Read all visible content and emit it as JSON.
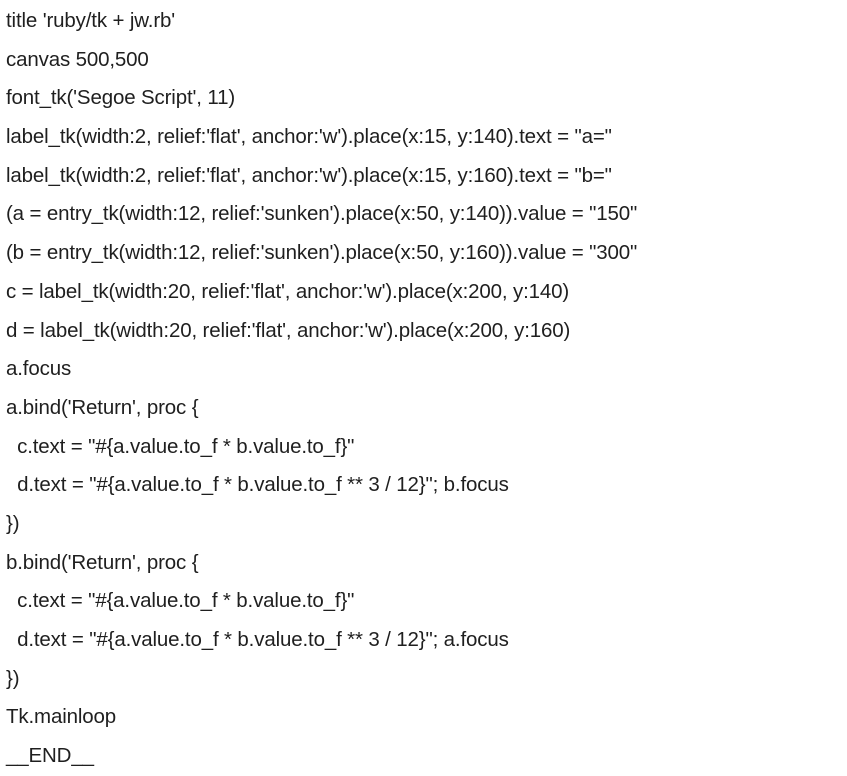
{
  "document": {
    "lines": [
      "title 'ruby/tk + jw.rb'",
      "canvas 500,500",
      "font_tk('Segoe Script', 11)",
      "label_tk(width:2, relief:'flat', anchor:'w').place(x:15, y:140).text = \"a=\"",
      "label_tk(width:2, relief:'flat', anchor:'w').place(x:15, y:160).text = \"b=\"",
      "(a = entry_tk(width:12, relief:'sunken').place(x:50, y:140)).value = \"150\"",
      "(b = entry_tk(width:12, relief:'sunken').place(x:50, y:160)).value = \"300\"",
      "c = label_tk(width:20, relief:'flat', anchor:'w').place(x:200, y:140)",
      "d = label_tk(width:20, relief:'flat', anchor:'w').place(x:200, y:160)",
      "a.focus",
      "a.bind('Return', proc {",
      "  c.text = \"#{a.value.to_f * b.value.to_f}\"",
      "  d.text = \"#{a.value.to_f * b.value.to_f ** 3 / 12}\"; b.focus",
      "})",
      "b.bind('Return', proc {",
      "  c.text = \"#{a.value.to_f * b.value.to_f}\"",
      "  d.text = \"#{a.value.to_f * b.value.to_f ** 3 / 12}\"; a.focus",
      "})",
      "Tk.mainloop",
      "__END__"
    ]
  }
}
